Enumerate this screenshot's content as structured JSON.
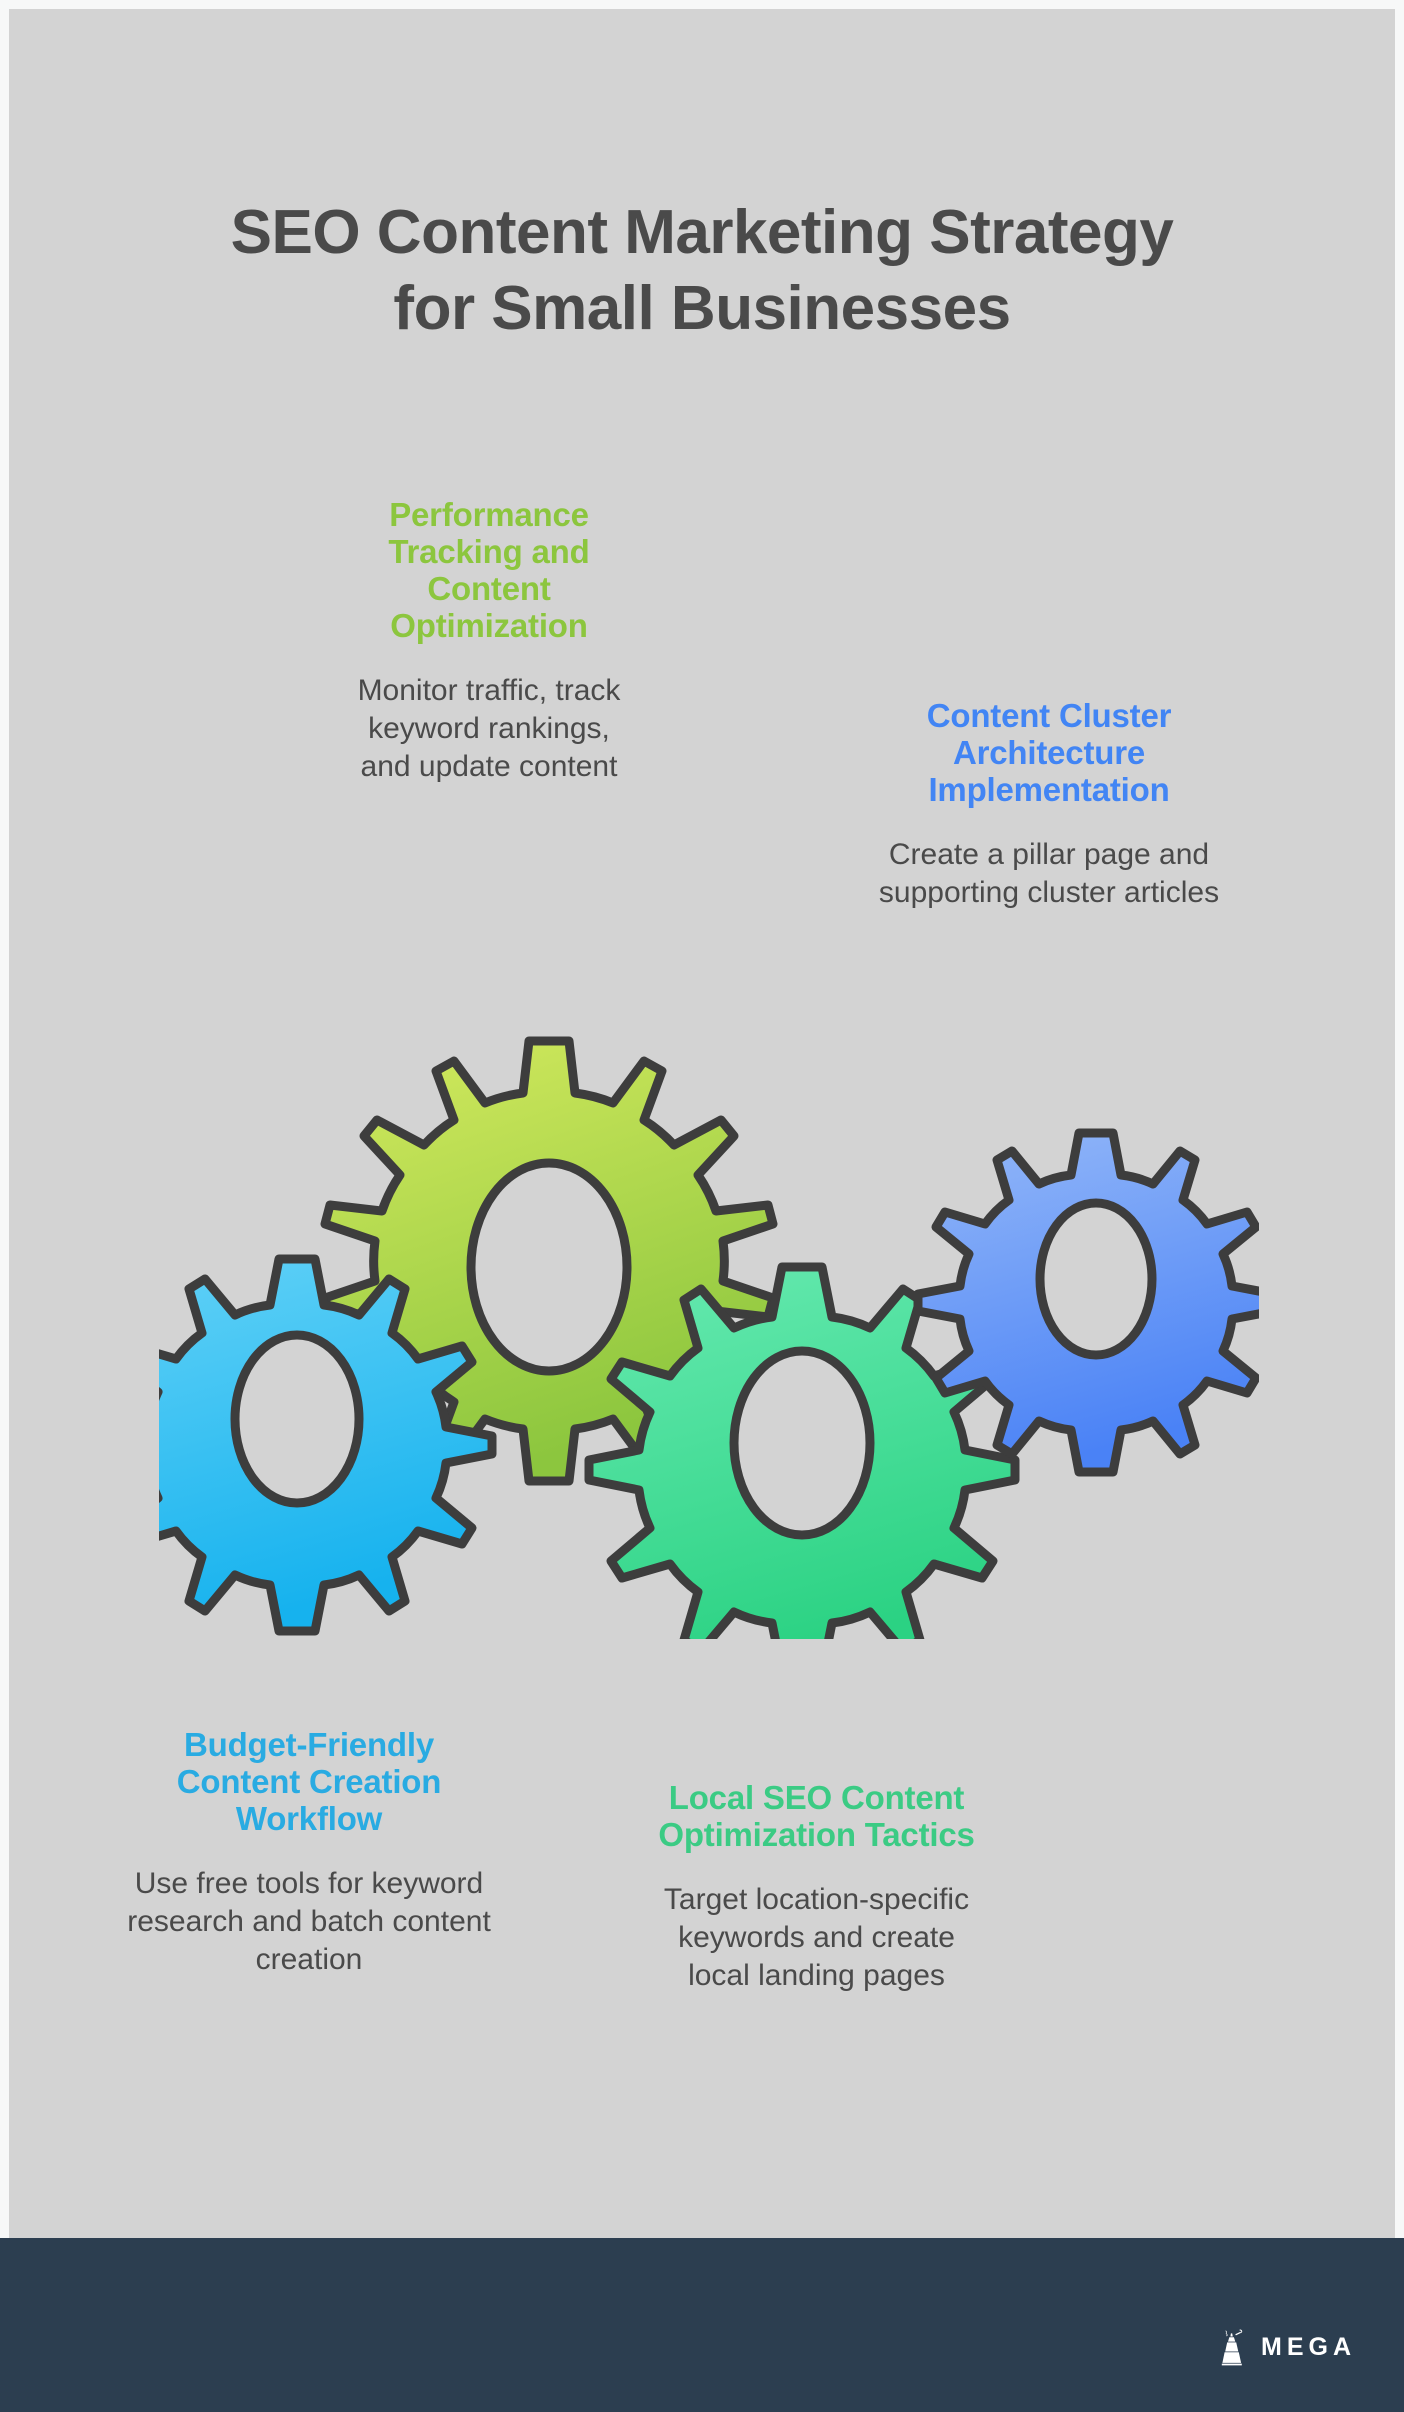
{
  "page": {
    "background_color": "#D3D3D3",
    "outer_margin_color": "#F7F8F8",
    "title_line1": "SEO Content Marketing Strategy",
    "title_line2": "for Small Businesses",
    "title_color": "#4A4A4A",
    "body_text_color": "#4A4A4A"
  },
  "blocks": [
    {
      "id": "performance-tracking",
      "heading": "Performance Tracking and Content Optimization",
      "body": "Monitor traffic, track keyword rankings, and update content",
      "color": "#8CC63E"
    },
    {
      "id": "content-cluster",
      "heading": "Content Cluster Architecture Implementation",
      "body": "Create a pillar page and supporting cluster articles",
      "color": "#4285F4"
    },
    {
      "id": "budget-friendly",
      "heading": "Budget-Friendly Content Creation Workflow",
      "body": "Use free tools for keyword research and batch content creation",
      "color": "#29ABE2"
    },
    {
      "id": "local-seo",
      "heading": "Local SEO Content Optimization Tactics",
      "body": "Target location-specific keywords and create local landing pages",
      "color": "#3BCB84"
    }
  ],
  "illustration": {
    "name": "four-interlocking-gears",
    "outline_color": "#3D3D3D",
    "hub_color": "#D3D3D3",
    "gears": [
      {
        "name": "gear-green-large",
        "color_light": "#CDE85C",
        "color_dark": "#8CC63E",
        "teeth": 16,
        "radius": 190
      },
      {
        "name": "gear-cyan-left",
        "color_light": "#5ED0F5",
        "color_dark": "#1BB4EF",
        "teeth": 12,
        "radius": 140
      },
      {
        "name": "gear-mint-center",
        "color_light": "#63E8AE",
        "color_dark": "#2FD486",
        "teeth": 12,
        "radius": 160
      },
      {
        "name": "gear-blue-right",
        "color_light": "#8FB5F7",
        "color_dark": "#4F86F7",
        "teeth": 12,
        "radius": 125
      }
    ]
  },
  "footer": {
    "background_color": "#2C3E50",
    "brand_name": "MEGA",
    "brand_mark": "statue-figure-icon"
  }
}
